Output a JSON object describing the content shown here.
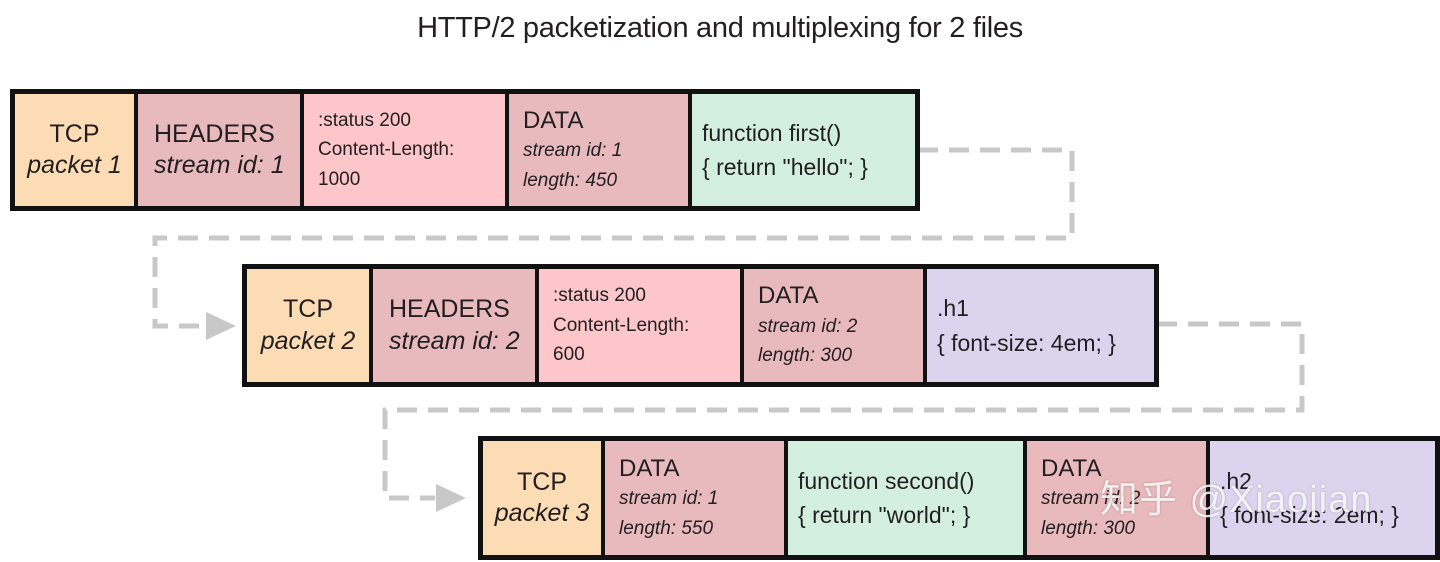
{
  "title": "HTTP/2 packetization and multiplexing for 2 files",
  "packets": [
    {
      "tcp": {
        "line1": "TCP",
        "line2": "packet 1"
      },
      "headers": {
        "label": "HEADERS",
        "stream": "stream id: 1"
      },
      "header_data": {
        "status": ":status 200",
        "cl_label": "Content-Length:",
        "cl_value": "1000"
      },
      "data": {
        "label": "DATA",
        "stream": "stream id: 1",
        "length": "length: 450"
      },
      "payload": {
        "line1": "function first()",
        "line2": "{ return \"hello\"; }"
      }
    },
    {
      "tcp": {
        "line1": "TCP",
        "line2": "packet 2"
      },
      "headers": {
        "label": "HEADERS",
        "stream": "stream id: 2"
      },
      "header_data": {
        "status": ":status 200",
        "cl_label": "Content-Length:",
        "cl_value": "600"
      },
      "data": {
        "label": "DATA",
        "stream": "stream id: 2",
        "length": "length: 300"
      },
      "payload": {
        "line1": ".h1",
        "line2": "{ font-size: 4em; }"
      }
    },
    {
      "tcp": {
        "line1": "TCP",
        "line2": "packet 3"
      },
      "data1": {
        "label": "DATA",
        "stream": "stream id: 1",
        "length": "length: 550"
      },
      "payload1": {
        "line1": "function second()",
        "line2": "{ return \"world\"; }"
      },
      "data2": {
        "label": "DATA",
        "stream": "stream id: 2",
        "length": "length: 300"
      },
      "payload2": {
        "line1": ".h2",
        "line2": "{ font-size: 2em; }"
      }
    }
  ],
  "watermark": "知乎 @Xiaojian",
  "colors": {
    "tcp": "#fcdcb4",
    "frame_header": "#e8b9bd",
    "header_payload": "#fcc6ca",
    "js_payload": "#d3efe0",
    "css_payload": "#dcd4ef",
    "connector": "#c8c8c8"
  }
}
